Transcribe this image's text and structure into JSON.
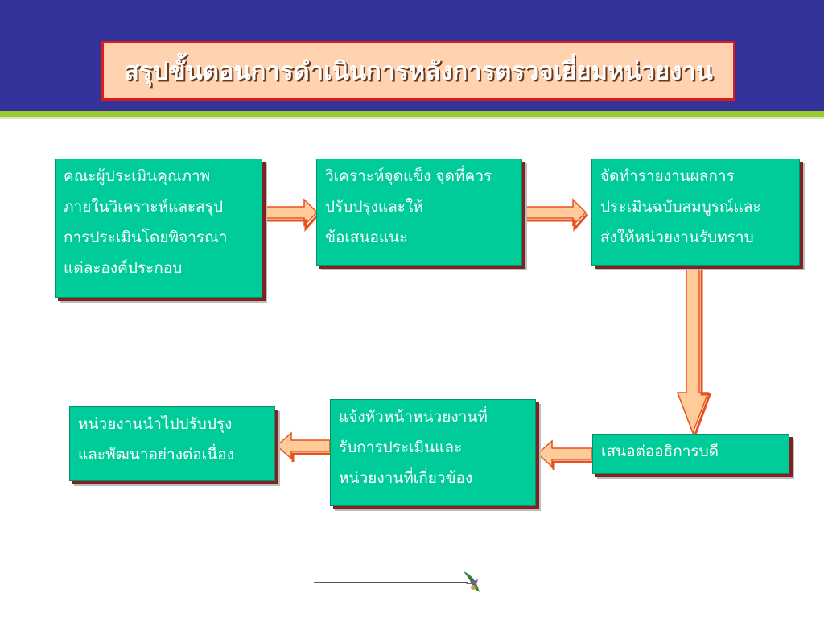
{
  "title": "สรุปขั้นตอนการดำเนินการหลังการตรวจเยี่ยมหน่วยงาน",
  "nodes": [
    {
      "lines": [
        "คณะผู้ประเมินคุณภาพ",
        "ภายในวิเคราะห์และสรุป",
        "การประเมินโดยพิจารณา",
        "แต่ละองค์ประกอบ"
      ]
    },
    {
      "lines": [
        "วิเคราะห์จุดแข็ง จุดที่ควร",
        "ปรับปรุงและให้",
        "ข้อเสนอแนะ"
      ]
    },
    {
      "lines": [
        "จัดทำรายงานผลการ",
        "ประเมินฉบับสมบูรณ์และ",
        "ส่งให้หน่วยงานรับทราบ"
      ]
    },
    {
      "lines": [
        "เสนอต่ออธิการบดี"
      ]
    },
    {
      "lines": [
        "แจ้งหัวหน้าหน่วยงานที่",
        "รับการประเมินและ",
        "หน่วยงานที่เกี่ยวข้อง"
      ]
    },
    {
      "lines": [
        "หน่วยงานนำไปปรับปรุง",
        "และพัฒนาอย่างต่อเนื่อง"
      ]
    }
  ],
  "colors": {
    "header": "#333399",
    "accent_stripe": "#99cc33",
    "title_fill": "#ffd2b0",
    "title_border": "#e01b1b",
    "node_fill": "#00cc99",
    "arrow_fill": "#ffcc99",
    "arrow_edge": "#e8501e"
  }
}
